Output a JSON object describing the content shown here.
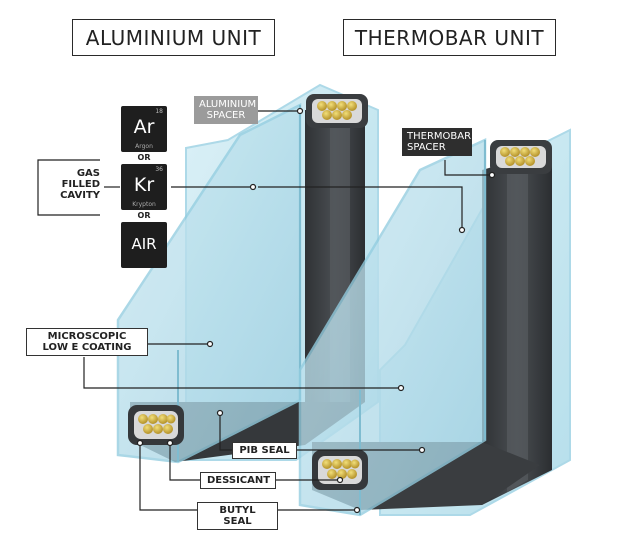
{
  "titles": {
    "aluminium_unit": "ALUMINIUM UNIT",
    "thermobar_unit": "THERMOBAR UNIT"
  },
  "labels": {
    "aluminium_spacer": "ALUMINIUM\nSPACER",
    "thermobar_spacer": "THERMOBAR\nSPACER",
    "gas_filled_cavity": "GAS\nFILLED\nCAVITY",
    "microscopic_coating": "MICROSCOPIC\nLOW E COATING",
    "pib_seal": "PIB SEAL",
    "dessicant": "DESSICANT",
    "butyl_seal": "BUTYL SEAL"
  },
  "gases": [
    {
      "symbol": "Ar",
      "number": "18",
      "name": "Argon"
    },
    {
      "symbol": "Kr",
      "number": "36",
      "name": "Krypton"
    },
    {
      "symbol": "AIR"
    }
  ],
  "or_text": "OR",
  "colors": {
    "glass_fill": "#bfe3ee",
    "glass_edge": "#9fd3e4",
    "spacer_dark": "#3a3d40",
    "dessicant": "#c9b24a",
    "leader_line": "#222222"
  }
}
